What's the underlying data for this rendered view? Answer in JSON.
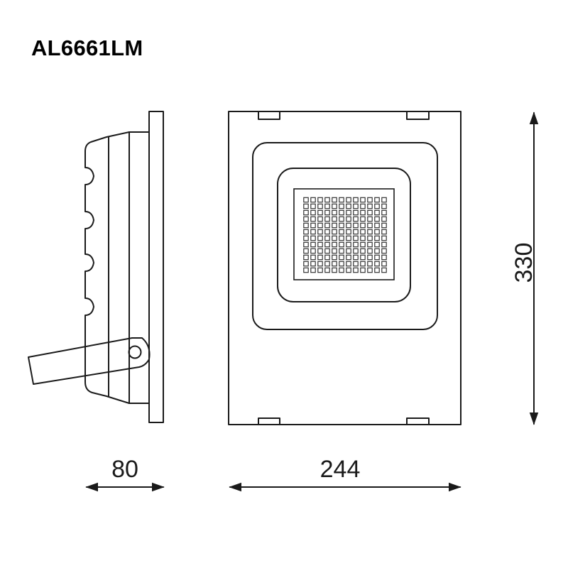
{
  "model": "AL6661LM",
  "dimensions": {
    "depth": "80",
    "width": "244",
    "height": "330"
  },
  "icons": {
    "side_view": "floodlight-side-view",
    "front_view": "floodlight-front-view",
    "arrow": "double-arrow"
  },
  "led_grid": {
    "rows": 12,
    "cols": 12
  },
  "colors": {
    "line": "#1a1a1a",
    "background": "#ffffff"
  }
}
